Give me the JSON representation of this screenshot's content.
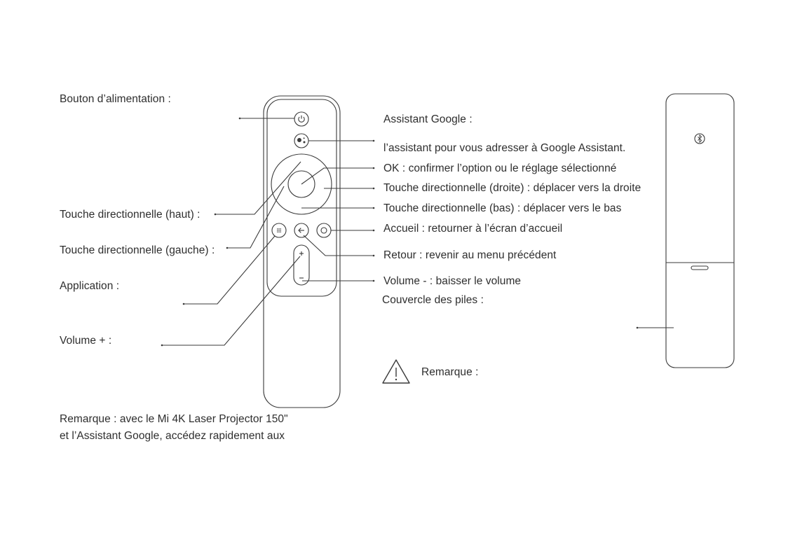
{
  "labels": {
    "power": "Bouton d’alimentation :",
    "dpad_up": "Touche directionnelle (haut) :",
    "dpad_left": "Touche directionnelle (gauche) :",
    "application": "Application :",
    "volume_up": "Volume + :",
    "assistant_title": "Assistant Google :",
    "assistant_desc": "l’assistant pour vous adresser à Google Assistant.",
    "ok": "OK : confirmer l’option ou le réglage sélectionné",
    "dpad_right": "Touche directionnelle (droite) : déplacer vers la droite",
    "dpad_down": "Touche directionnelle (bas) : déplacer vers le bas",
    "home": "Accueil : retourner à l’écran d’accueil",
    "back": "Retour : revenir au menu précédent",
    "volume_down": "Volume - : baisser le volume",
    "battery_cover": "Couvercle des piles :",
    "warning": "Remarque :"
  },
  "note": {
    "line1": "Remarque : avec le Mi 4K Laser Projector 150\"",
    "line2": "et l’Assistant Google, accédez rapidement aux"
  },
  "colors": {
    "line": "#3a3a3a",
    "text": "#2e2e2e"
  },
  "icons": {
    "power": "power-icon",
    "assistant": "google-assistant-icon",
    "apps": "apps-grid-icon",
    "back": "back-arrow-icon",
    "home": "home-circle-icon",
    "bluetooth": "bluetooth-icon",
    "warning": "warning-triangle-icon"
  }
}
